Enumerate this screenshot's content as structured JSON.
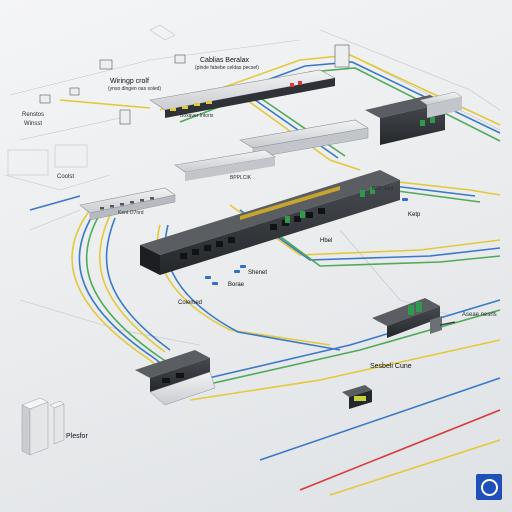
{
  "labels": {
    "top_heading": "Wiringp crolf",
    "top_heading_sub": "(ynso dingen oas soled)",
    "cable_note": "Cablias Beralax",
    "cable_note_sub": "(pinde fabebe celdas pecsel)",
    "left_block_a": "Renstos",
    "left_block_b": "Winsst",
    "left_block_c": "Coolst",
    "switch_left": "Kent O7nrd",
    "panel_mid": "BPPLCIK",
    "panel_top": "Boxaver Intoris",
    "router_right": "BP5 Sunt",
    "port_a": "Shenet",
    "port_b": "Borae",
    "port_c": "Colemed",
    "conn_mid": "Hbel",
    "conn_right": "Ketp",
    "device_right": "Sesbeli Cune",
    "device_right_note": "Aseae nesrls",
    "server": "Plesfor"
  },
  "colors": {
    "cable_yellow": "#e3c93a",
    "cable_blue": "#3a78c9",
    "cable_green": "#4faa5a",
    "cable_red": "#d83a3a",
    "device_dark": "#2f3236",
    "panel_light": "#d8dadc",
    "accent_green": "#2f9a4c",
    "badge_blue": "#1f4fb8"
  },
  "icons": {
    "corner_badge": "ring-logo-icon"
  }
}
